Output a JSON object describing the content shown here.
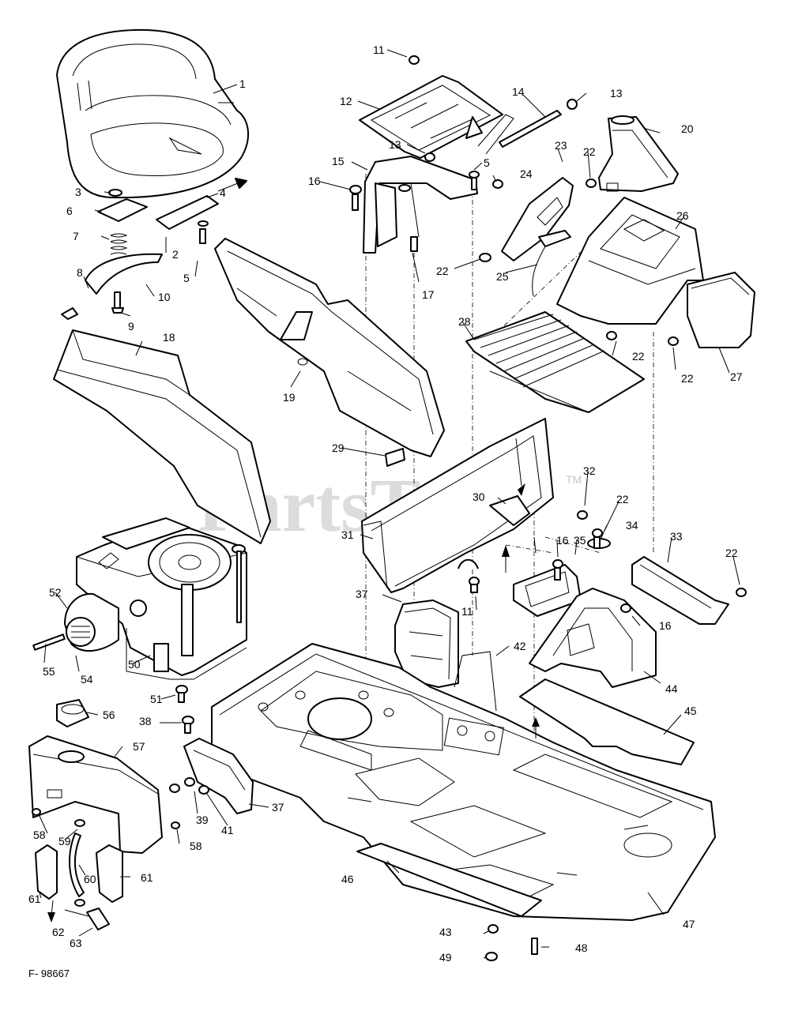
{
  "figure_number": "F- 98667",
  "watermark": {
    "text": "PartsTree",
    "trademark": "TM"
  },
  "callouts": [
    "1",
    "2",
    "3",
    "4",
    "5",
    "5",
    "6",
    "7",
    "8",
    "9",
    "10",
    "11",
    "11",
    "12",
    "13",
    "13",
    "14",
    "15",
    "16",
    "16",
    "16",
    "17",
    "18",
    "19",
    "20",
    "22",
    "22",
    "22",
    "22",
    "22",
    "22",
    "23",
    "24",
    "25",
    "26",
    "27",
    "28",
    "29",
    "30",
    "31",
    "32",
    "33",
    "34",
    "35",
    "37",
    "37",
    "38",
    "39",
    "41",
    "42",
    "43",
    "44",
    "45",
    "46",
    "47",
    "48",
    "49",
    "50",
    "51",
    "52",
    "54",
    "55",
    "56",
    "57",
    "58",
    "58",
    "59",
    "60",
    "61",
    "61",
    "62",
    "63"
  ]
}
